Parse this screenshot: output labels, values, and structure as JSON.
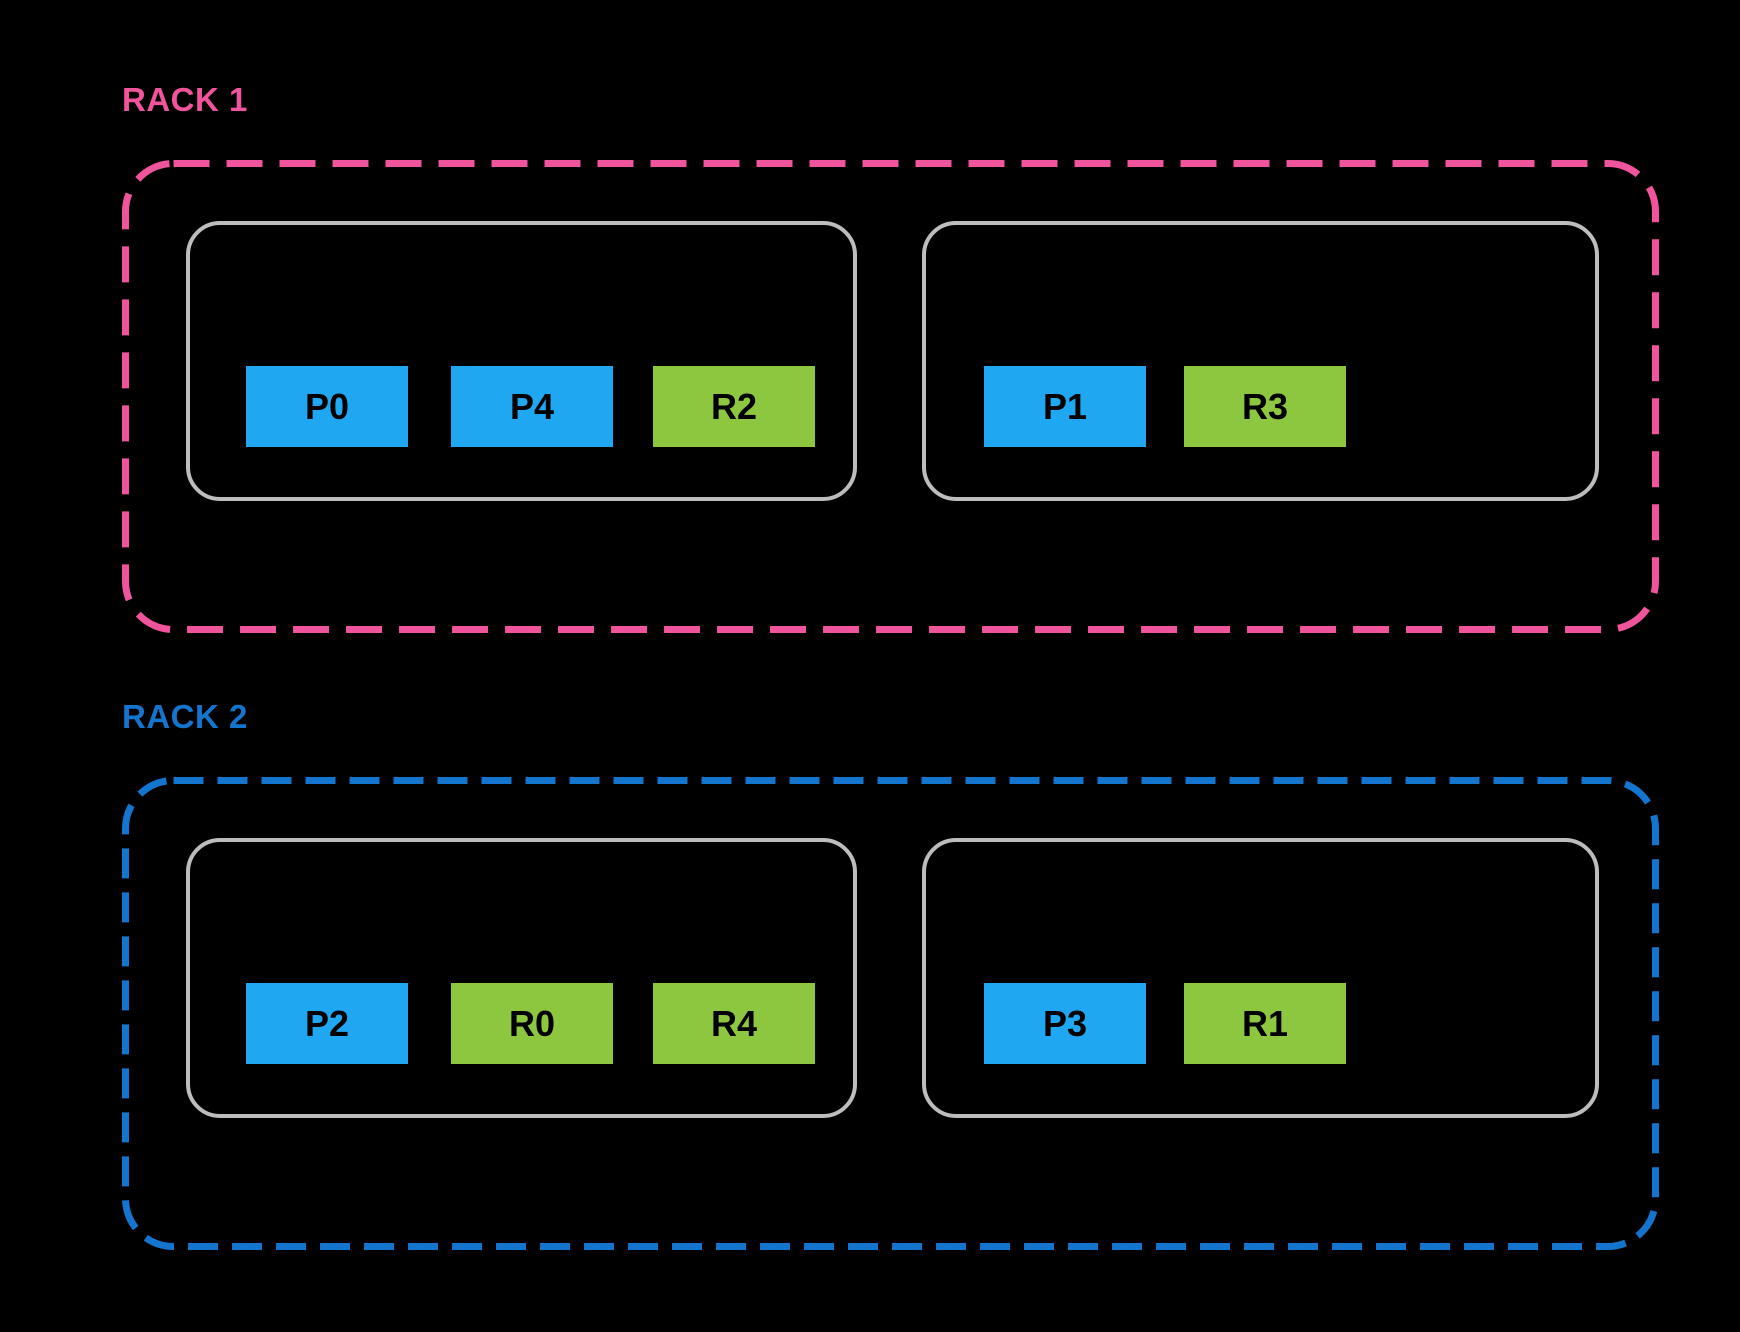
{
  "colors": {
    "background": "#000000",
    "rack1": "#F0549C",
    "rack2": "#1375CE",
    "chip_p": "#1FA7F2",
    "chip_r": "#8DC63F",
    "node_border": "#BDBDBD",
    "chip_text": "#000000"
  },
  "racks": [
    {
      "label": "RACK 1",
      "nodes": [
        {
          "chips": [
            {
              "label": "P0",
              "kind": "p"
            },
            {
              "label": "P4",
              "kind": "p"
            },
            {
              "label": "R2",
              "kind": "r"
            }
          ]
        },
        {
          "chips": [
            {
              "label": "P1",
              "kind": "p"
            },
            {
              "label": "R3",
              "kind": "r"
            }
          ]
        }
      ]
    },
    {
      "label": "RACK 2",
      "nodes": [
        {
          "chips": [
            {
              "label": "P2",
              "kind": "p"
            },
            {
              "label": "R0",
              "kind": "r"
            },
            {
              "label": "R4",
              "kind": "r"
            }
          ]
        },
        {
          "chips": [
            {
              "label": "P3",
              "kind": "p"
            },
            {
              "label": "R1",
              "kind": "r"
            }
          ]
        }
      ]
    }
  ]
}
